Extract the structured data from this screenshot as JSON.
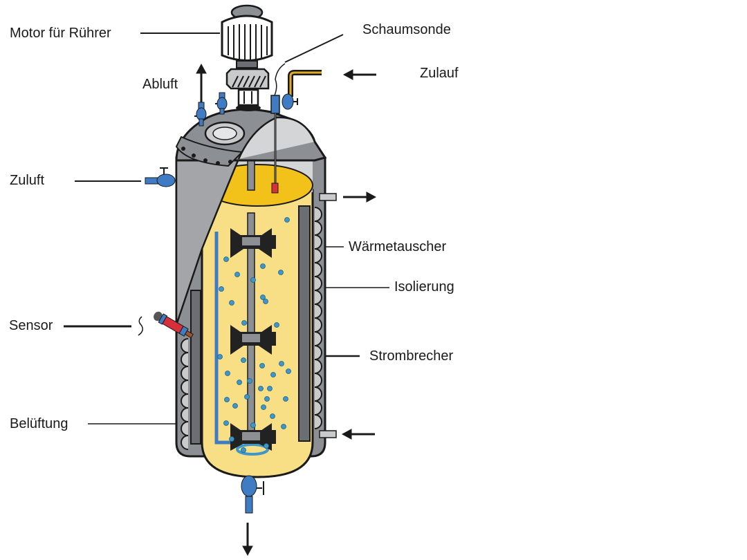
{
  "title": "Bioreaktor (Rührkesselreaktor)",
  "labels": {
    "motor": "Motor für Rührer",
    "schaumsonde": "Schaumsonde",
    "zulauf": "Zulauf",
    "abluft": "Abluft",
    "zuluft": "Zuluft",
    "waermetauscher": "Wärmetauscher",
    "isolierung": "Isolierung",
    "sensor": "Sensor",
    "strombrecher": "Strombrecher",
    "belueftung": "Belüftung"
  },
  "colors": {
    "vessel_grey": "#8c8f93",
    "light_grey": "#c9cacc",
    "medium_yellow": "#f8df86",
    "surface_yellow": "#f3c21a",
    "valve_blue": "#3f7cc4",
    "bubble_blue": "#3d97c9",
    "sensor_red": "#d8303a",
    "dark": "#1a1a1a"
  }
}
